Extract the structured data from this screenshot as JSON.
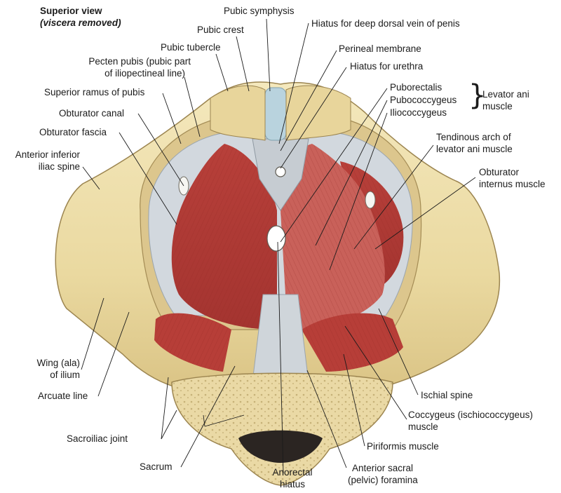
{
  "view": {
    "heading": "Superior view",
    "subheading": "(viscera removed)"
  },
  "labels": {
    "pubic_symphysis": "Pubic symphysis",
    "deep_dorsal_vein_hiatus": "Hiatus for deep dorsal vein of penis",
    "pubic_crest": "Pubic crest",
    "perineal_membrane": "Perineal membrane",
    "pubic_tubercle": "Pubic tubercle",
    "pecten_pubis_line1": "Pecten pubis (pubic part",
    "pecten_pubis_line2": "of iliopectineal line)",
    "urethra_hiatus": "Hiatus for urethra",
    "puborectalis": "Puborectalis",
    "pubococcygeus": "Pubococcygeus",
    "iliococcygeus": "Iliococcygeus",
    "levator_ani_line1": "Levator ani",
    "levator_ani_line2": "muscle",
    "superior_ramus": "Superior ramus of pubis",
    "obturator_canal": "Obturator canal",
    "obturator_fascia": "Obturator fascia",
    "tendinous_arch_line1": "Tendinous arch of",
    "tendinous_arch_line2": "levator ani muscle",
    "anterior_inferior_iliac_line1": "Anterior inferior",
    "anterior_inferior_iliac_line2": "iliac spine",
    "obturator_internus_line1": "Obturator",
    "obturator_internus_line2": "internus muscle",
    "wing_ilium_line1": "Wing (ala)",
    "wing_ilium_line2": "of ilium",
    "arcuate_line": "Arcuate line",
    "ischial_spine": "Ischial spine",
    "coccygeus_line1": "Coccygeus (ischiococcygeus)",
    "coccygeus_line2": "muscle",
    "sacroiliac_joint": "Sacroiliac joint",
    "piriformis": "Piriformis muscle",
    "sacrum": "Sacrum",
    "anorectal_line1": "Anorectal",
    "anorectal_line2": "hiatus",
    "sacral_foramina_line1": "Anterior sacral",
    "sacral_foramina_line2": "(pelvic) foramina"
  },
  "colors": {
    "bone": "#efe0aa",
    "bone_shadow": "#cdb77a",
    "muscle": "#c0403c",
    "muscle_dark": "#8f2622",
    "fascia": "#cfd6dc",
    "cartilage": "#b9d3de",
    "leader": "#1b1b1b"
  }
}
